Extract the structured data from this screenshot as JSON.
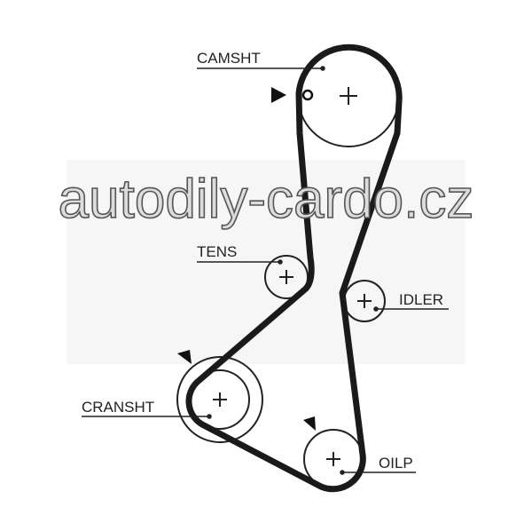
{
  "labels": {
    "camshaft": "CAMSHT",
    "tensioner": "TENS",
    "idler": "IDLER",
    "crankshaft": "CRANSHT",
    "oil_pump": "OILP"
  },
  "watermark": "autodily-cardo.cz",
  "colors": {
    "belt": "#1a1a1a",
    "line": "#222222",
    "watermark_fill": "#dddddd"
  }
}
